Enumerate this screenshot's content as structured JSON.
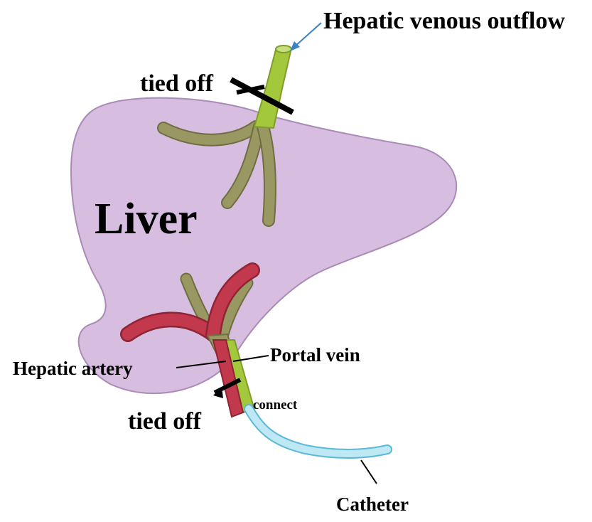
{
  "labels": {
    "hepatic_venous_outflow": "Hepatic venous outflow",
    "tied_off_top": "tied off",
    "liver": "Liver",
    "hepatic_artery": "Hepatic artery",
    "portal_vein": "Portal vein",
    "connect": "connect",
    "tied_off_bottom": "tied off",
    "catheter": "Catheter"
  },
  "colors": {
    "liver_fill": "#d7bee0",
    "liver_stroke": "#a98bb6",
    "vein_green": "#a4c83c",
    "vein_green_dark": "#7f9d2a",
    "vessel_olive": "#9a9862",
    "artery_red": "#c2384c",
    "catheter_blue": "#bfe8f5",
    "catheter_stroke": "#5ab8d8",
    "arrow_blue": "#3b7fc4",
    "ligature": "#000000"
  }
}
